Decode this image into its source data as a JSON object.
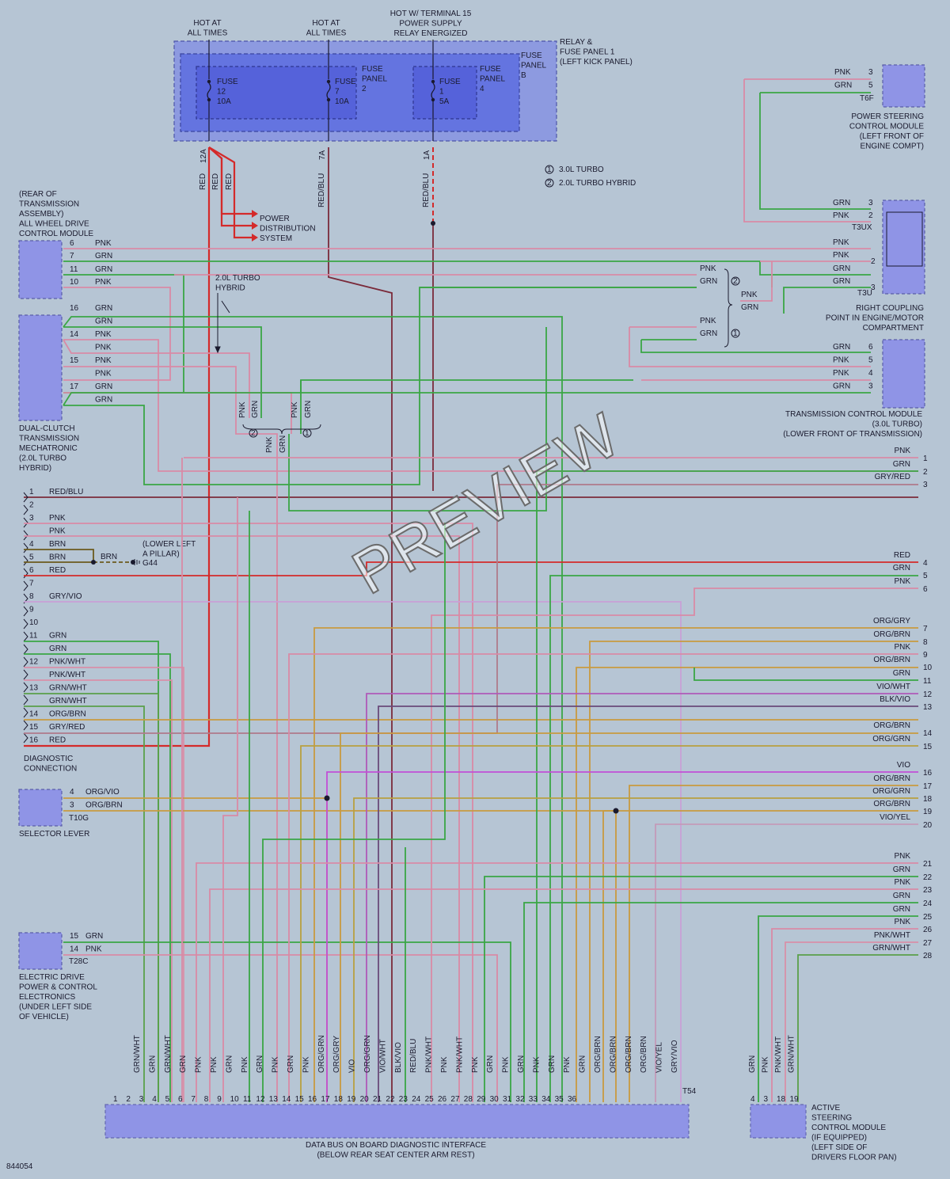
{
  "figure_id": "844054",
  "watermark": "PREVIEW",
  "colors": {
    "PNK": "#d98aa6",
    "GRN": "#3aa645",
    "RED": "#d42a2a",
    "REDBLU": "#7a2a3a",
    "BRN": "#6b5a1e",
    "GRYVIO": "#c9a0d6",
    "GRYRED": "#b07a8a",
    "ORG": "#c99a40",
    "VIO": "#c24fd6",
    "BLKVIO": "#6a4a7a",
    "VIOWHT": "#b05ab8",
    "PNKWHT": "#d890a8",
    "GRNWHT": "#5aa04a",
    "ORGGRN": "#b8a040",
    "VIOYEL": "#c49ab8"
  },
  "power": {
    "hot1": "HOT AT\nALL TIMES",
    "hot2": "HOT AT\nALL TIMES",
    "hot3": "HOT W/ TERMINAL 15\nPOWER SUPPLY\nRELAY ENERGIZED",
    "relay_panel": "RELAY &\nFUSE PANEL 1\n(LEFT KICK PANEL)",
    "fuse_panel_b": "FUSE\nPANEL\nB",
    "fuse_panel_2": "FUSE\nPANEL\n2",
    "fuse_panel_4": "FUSE\nPANEL\n4",
    "fuse12": "FUSE\n12\n10A",
    "fuse7": "FUSE\n7\n10A",
    "fuse1": "FUSE\n1\n5A",
    "pin12a": "12A",
    "pin7a": "7A",
    "pin1a": "1A",
    "pds": "POWER\nDISTRIBUTION\nSYSTEM",
    "legend1": "3.0L TURBO",
    "legend2": "2.0L TURBO HYBRID",
    "turbo_hybrid_note": "2.0L TURBO\nHYBRID"
  },
  "modules": {
    "awd": "(REAR OF\nTRANSMISSION\nASSEMBLY)\nALL WHEEL DRIVE\nCONTROL MODULE",
    "dct": "DUAL-CLUTCH\nTRANSMISSION\nMECHATRONIC\n(2.0L TURBO\nHYBRID)",
    "diag": "DIAGNOSTIC\nCONNECTION",
    "selector": "SELECTOR LEVER",
    "selector_conn": "T10G",
    "edrive": "ELECTRIC DRIVE\nPOWER & CONTROL\nELECTRONICS\n(UNDER LEFT SIDE\nOF VEHICLE)",
    "edrive_conn": "T28C",
    "pscm": "POWER STEERING\nCONTROL MODULE\n(LEFT FRONT OF\nENGINE COMPT)",
    "pscm_conn": "T6F",
    "coupling": "RIGHT COUPLING\nPOINT IN ENGINE/MOTOR\nCOMPARTMENT",
    "coupling_a": "T3UX",
    "coupling_b": "T3U",
    "tcm": "TRANSMISSION CONTROL MODULE\n(3.0L TURBO)\n(LOWER FRONT OF TRANSMISSION)",
    "dbus": "DATA BUS ON BOARD DIAGNOSTIC INTERFACE\n(BELOW REAR SEAT CENTER ARM REST)",
    "dbus_conn": "T54",
    "active_steer": "ACTIVE\nSTEERING\nCONTROL MODULE\n(IF EQUIPPED)\n(LEFT SIDE OF\nDRIVERS FLOOR PAN)",
    "g44_note": "(LOWER LEFT\nA PILLAR)",
    "g44": "G44",
    "brn": "BRN"
  },
  "awd_pins": [
    [
      "6",
      "PNK"
    ],
    [
      "7",
      "GRN"
    ],
    [
      "11",
      "GRN"
    ],
    [
      "10",
      "PNK"
    ]
  ],
  "dct_pins": [
    [
      "16",
      "GRN"
    ],
    [
      "",
      "GRN"
    ],
    [
      "14",
      "PNK"
    ],
    [
      "",
      "PNK"
    ],
    [
      "15",
      "PNK"
    ],
    [
      "",
      "PNK"
    ],
    [
      "17",
      "GRN"
    ],
    [
      "",
      "GRN"
    ]
  ],
  "diag_pins": [
    [
      "1",
      "RED/BLU"
    ],
    [
      "2",
      ""
    ],
    [
      "3",
      "PNK"
    ],
    [
      "",
      "PNK"
    ],
    [
      "4",
      "BRN"
    ],
    [
      "5",
      "BRN"
    ],
    [
      "6",
      "RED"
    ],
    [
      "7",
      ""
    ],
    [
      "8",
      "GRY/VIO"
    ],
    [
      "9",
      ""
    ],
    [
      "10",
      ""
    ],
    [
      "11",
      "GRN"
    ],
    [
      "",
      "GRN"
    ],
    [
      "12",
      "PNK/WHT"
    ],
    [
      "",
      "PNK/WHT"
    ],
    [
      "13",
      "GRN/WHT"
    ],
    [
      "",
      "GRN/WHT"
    ],
    [
      "14",
      "ORG/BRN"
    ],
    [
      "15",
      "GRY/RED"
    ],
    [
      "16",
      "RED"
    ]
  ],
  "selector_pins": [
    [
      "4",
      "ORG/VIO"
    ],
    [
      "3",
      "ORG/BRN"
    ]
  ],
  "edrive_pins": [
    [
      "15",
      "GRN"
    ],
    [
      "14",
      "PNK"
    ]
  ],
  "pscm_pins": [
    [
      "PNK",
      "3"
    ],
    [
      "GRN",
      "5"
    ]
  ],
  "coupling_pins": [
    [
      "GRN",
      "3"
    ],
    [
      "PNK",
      "2"
    ],
    [
      "PNK",
      ""
    ],
    [
      "PNK",
      "2"
    ],
    [
      "GRN",
      ""
    ],
    [
      "GRN",
      "3"
    ]
  ],
  "tcm_pins": [
    [
      "GRN",
      "6"
    ],
    [
      "PNK",
      "5"
    ],
    [
      "PNK",
      "4"
    ],
    [
      "GRN",
      "3"
    ]
  ],
  "mid_labels": [
    [
      "PNK",
      "GRN"
    ],
    [
      "PNK",
      "GRN"
    ],
    [
      "PNK",
      "GRN"
    ]
  ],
  "right_numbered": [
    [
      "PNK",
      "1"
    ],
    [
      "GRN",
      "2"
    ],
    [
      "GRY/RED",
      "3"
    ],
    [
      "RED",
      "4"
    ],
    [
      "GRN",
      "5"
    ],
    [
      "PNK",
      "6"
    ],
    [
      "ORG/GRY",
      "7"
    ],
    [
      "ORG/BRN",
      "8"
    ],
    [
      "PNK",
      "9"
    ],
    [
      "ORG/BRN",
      "10"
    ],
    [
      "GRN",
      "11"
    ],
    [
      "VIO/WHT",
      "12"
    ],
    [
      "BLK/VIO",
      "13"
    ],
    [
      "ORG/BRN",
      "14"
    ],
    [
      "ORG/GRN",
      "15"
    ],
    [
      "VIO",
      "16"
    ],
    [
      "ORG/BRN",
      "17"
    ],
    [
      "ORG/GRN",
      "18"
    ],
    [
      "ORG/BRN",
      "19"
    ],
    [
      "VIO/YEL",
      "20"
    ],
    [
      "PNK",
      "21"
    ],
    [
      "GRN",
      "22"
    ],
    [
      "PNK",
      "23"
    ],
    [
      "GRN",
      "24"
    ],
    [
      "GRN",
      "25"
    ],
    [
      "PNK",
      "26"
    ],
    [
      "PNK/WHT",
      "27"
    ],
    [
      "GRN/WHT",
      "28"
    ]
  ],
  "dbus_wire_labels": [
    "GRN/WHT",
    "GRN",
    "GRN/WHT",
    "GRN",
    "PNK",
    "PNK",
    "GRN",
    "PNK",
    "GRN",
    "PNK",
    "GRN",
    "PNK",
    "ORG/GRN",
    "ORG/GRY",
    "VIO",
    "ORG/GRN",
    "VIO/WHT",
    "BLK/VIO",
    "RED/BLU",
    "PNK/WHT",
    "PNK",
    "PNK/WHT",
    "PNK",
    "GRN",
    "PNK",
    "GRN",
    "PNK",
    "GRN",
    "PNK",
    "GRN",
    "ORG/BRN",
    "ORG/BRN",
    "ORG/BRN",
    "ORG/BRN",
    "VIO/YEL",
    "GRY/VIO"
  ],
  "dbus_pins": [
    "1",
    "2",
    "3",
    "4",
    "5",
    "6",
    "7",
    "8",
    "9",
    "10",
    "11",
    "12",
    "13",
    "14",
    "15",
    "16",
    "17",
    "18",
    "19",
    "20",
    "21",
    "22",
    "23",
    "24",
    "25",
    "26",
    "27",
    "28",
    "29",
    "30",
    "31",
    "32",
    "33",
    "34",
    "35",
    "36"
  ],
  "as_wire_labels": [
    "GRN",
    "PNK",
    "PNK/WHT",
    "GRN/WHT"
  ],
  "as_pins": [
    "4",
    "3",
    "18",
    "19"
  ]
}
